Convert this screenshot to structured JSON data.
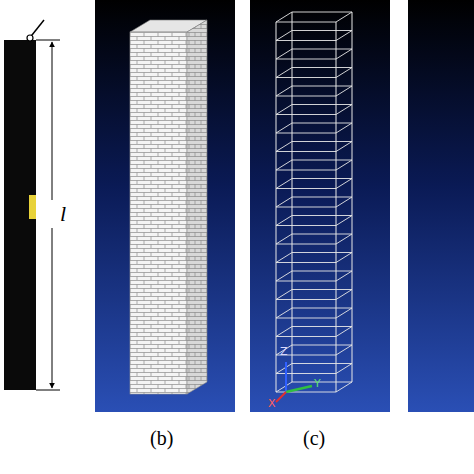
{
  "diagram": {
    "labels": [
      "l",
      "(b)",
      "(c)",
      "Z",
      "Y",
      "X"
    ]
  }
}
